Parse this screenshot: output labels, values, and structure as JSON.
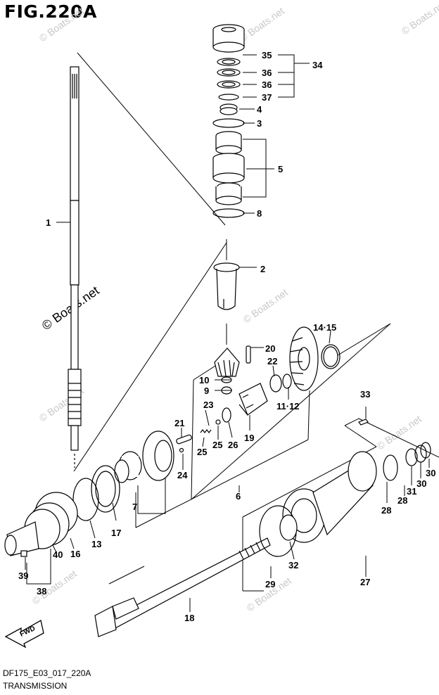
{
  "figure": {
    "title": "FIG.220A",
    "code": "DF175_E03_017_220A",
    "name": "TRANSMISSION",
    "fwd_label": "FWD"
  },
  "watermarks": {
    "main": "© Boats.net",
    "faint": "© Boats.net"
  },
  "callouts": [
    {
      "id": "c1",
      "text": "1"
    },
    {
      "id": "c2",
      "text": "2"
    },
    {
      "id": "c3",
      "text": "3"
    },
    {
      "id": "c4",
      "text": "4"
    },
    {
      "id": "c5",
      "text": "5"
    },
    {
      "id": "c6",
      "text": "6"
    },
    {
      "id": "c7",
      "text": "7"
    },
    {
      "id": "c8",
      "text": "8"
    },
    {
      "id": "c9",
      "text": "9"
    },
    {
      "id": "c10",
      "text": "10"
    },
    {
      "id": "c11",
      "text": "11·12"
    },
    {
      "id": "c13",
      "text": "13"
    },
    {
      "id": "c14",
      "text": "14·15"
    },
    {
      "id": "c16",
      "text": "16"
    },
    {
      "id": "c17",
      "text": "17"
    },
    {
      "id": "c18",
      "text": "18"
    },
    {
      "id": "c19",
      "text": "19"
    },
    {
      "id": "c20",
      "text": "20"
    },
    {
      "id": "c21",
      "text": "21"
    },
    {
      "id": "c22",
      "text": "22"
    },
    {
      "id": "c23",
      "text": "23"
    },
    {
      "id": "c24",
      "text": "24"
    },
    {
      "id": "c25a",
      "text": "25"
    },
    {
      "id": "c25b",
      "text": "25"
    },
    {
      "id": "c26",
      "text": "26"
    },
    {
      "id": "c27",
      "text": "27"
    },
    {
      "id": "c28a",
      "text": "28"
    },
    {
      "id": "c28b",
      "text": "28"
    },
    {
      "id": "c29",
      "text": "29"
    },
    {
      "id": "c30a",
      "text": "30"
    },
    {
      "id": "c30b",
      "text": "30"
    },
    {
      "id": "c31",
      "text": "31"
    },
    {
      "id": "c32",
      "text": "32"
    },
    {
      "id": "c33",
      "text": "33"
    },
    {
      "id": "c34",
      "text": "34"
    },
    {
      "id": "c35",
      "text": "35"
    },
    {
      "id": "c36a",
      "text": "36"
    },
    {
      "id": "c36b",
      "text": "36"
    },
    {
      "id": "c37",
      "text": "37"
    },
    {
      "id": "c38",
      "text": "38"
    },
    {
      "id": "c39",
      "text": "39"
    },
    {
      "id": "c40",
      "text": "40"
    }
  ]
}
